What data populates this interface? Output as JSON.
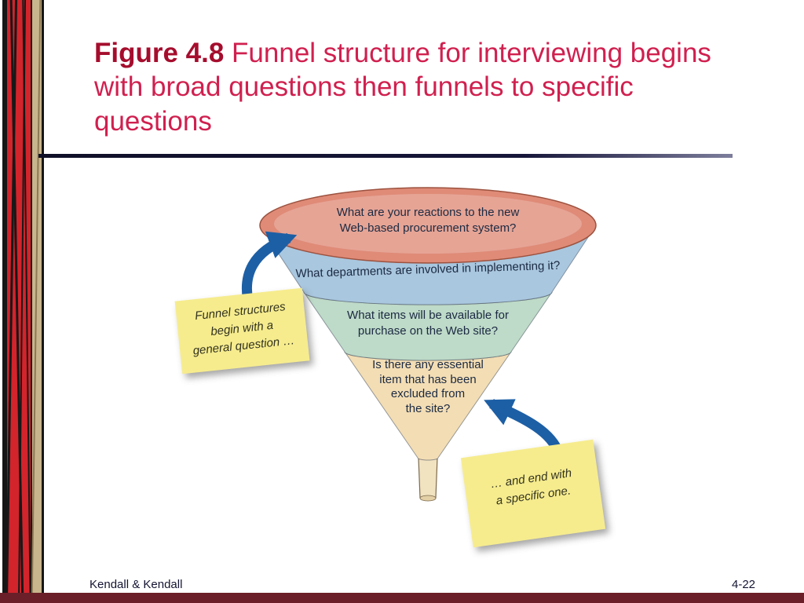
{
  "slide": {
    "title_prefix": "Figure 4.8",
    "title_rest": " Funnel structure for interviewing begins with broad questions then funnels to specific questions",
    "footer_left": "Kendall & Kendall",
    "footer_right": "4-22"
  },
  "funnel": {
    "levels": [
      {
        "name": "broad-question",
        "color": "#df8b78",
        "lines": [
          "What are your reactions to the new",
          "Web-based procurement system?"
        ]
      },
      {
        "name": "second-question",
        "color": "#a9c7df",
        "lines": [
          "What departments are involved in implementing it?"
        ]
      },
      {
        "name": "third-question",
        "color": "#bedac8",
        "lines": [
          "What items will be available for",
          "purchase on the Web site?"
        ]
      },
      {
        "name": "specific-question",
        "color": "#f3ddb4",
        "lines": [
          "Is there any essential",
          "item that has been",
          "excluded from",
          "the site?"
        ]
      }
    ],
    "stem_color": "#f1e2c0"
  },
  "notes": [
    {
      "color": "#f6ec8e",
      "lines": [
        "Funnel structures",
        "begin with a",
        "general question …"
      ]
    },
    {
      "color": "#f6ec8e",
      "lines": [
        "… and end with",
        "a specific one."
      ]
    }
  ],
  "colors": {
    "arrow": "#1d5fa5",
    "title_prefix": "#a50d2d",
    "title_rest": "#d0204f",
    "label_text": "#1b2a42",
    "footer_text": "#141432",
    "bottom_bar": "#6b1f28",
    "strip_red": "#d3242c",
    "strip_tan": "#c9b58d"
  }
}
